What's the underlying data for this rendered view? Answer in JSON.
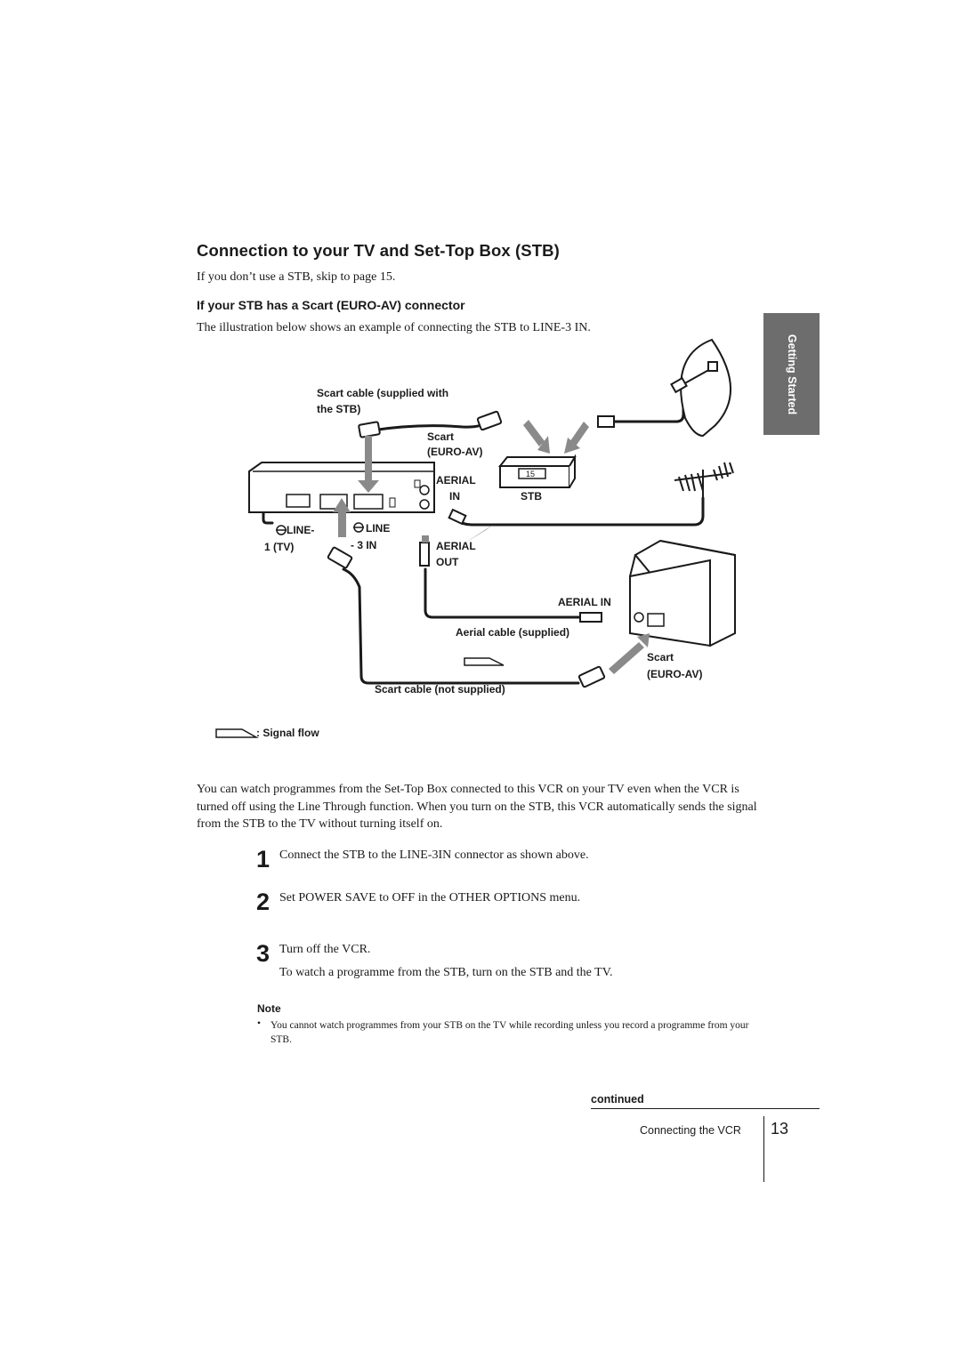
{
  "heading": "Connection to your TV and Set-Top Box (STB)",
  "skip_note": "If you don’t use a STB, skip to page 15.",
  "subheading": "If your STB has a Scart (EURO-AV) connector",
  "intro": "The illustration below shows an example of connecting the STB to LINE-3 IN.",
  "side_tab": "Getting Started",
  "diagram": {
    "scart_cable_supplied_line1": "Scart cable (supplied with",
    "scart_cable_supplied_line2": "the STB)",
    "stb_scart_line1": "Scart",
    "stb_scart_line2": "(EURO-AV)",
    "aerial_in_line1": "AERIAL",
    "aerial_in_line2": "IN",
    "stb": "STB",
    "stb_display": "15",
    "line1_line1": "LINE-",
    "line1_line2": "1 (TV)",
    "line3_line1": "LINE",
    "line3_line2": "- 3 IN",
    "aerial_out_line1": "AERIAL",
    "aerial_out_line2": "OUT",
    "tv_aerial_in": "AERIAL IN",
    "aerial_cable": "Aerial cable (supplied)",
    "tv_scart_line1": "Scart",
    "tv_scart_line2": "(EURO-AV)",
    "scart_not_supplied": "Scart cable (not supplied)",
    "signal_flow": ": Signal flow"
  },
  "body": "You can watch programmes from the Set-Top Box connected to this VCR on your TV even when the VCR is turned off using the Line Through function. When you turn on the STB, this VCR automatically sends the signal from the STB to the TV without turning itself on.",
  "steps": [
    {
      "number": "1",
      "text": "Connect the STB to the LINE-3IN connector as shown above."
    },
    {
      "number": "2",
      "text": "Set POWER SAVE to OFF in the OTHER OPTIONS menu."
    },
    {
      "number": "3",
      "text": "Turn off the VCR.",
      "subtext": "To watch a programme from the STB, turn on the STB and the TV."
    }
  ],
  "note": {
    "heading": "Note",
    "bullet": "•",
    "text": "You cannot watch programmes from your STB on the TV while recording unless you record a programme from your STB."
  },
  "footer": {
    "continued": "continued",
    "section": "Connecting the VCR",
    "page_number": "13"
  }
}
